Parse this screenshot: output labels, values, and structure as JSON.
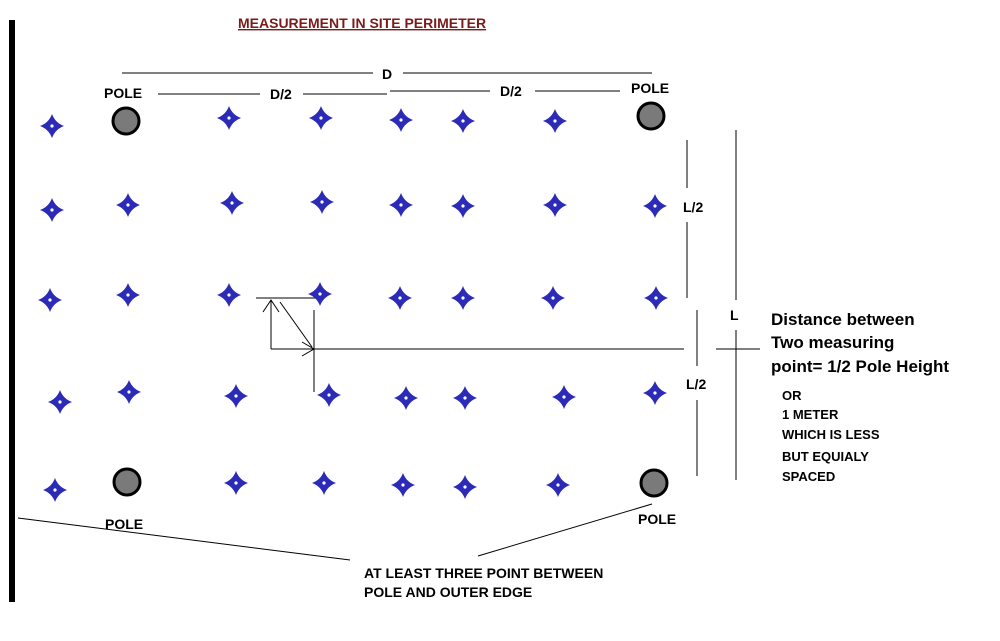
{
  "title": "MEASUREMENT IN SITE PERIMETER",
  "labels": {
    "d_total": "D",
    "d_half_left": "D/2",
    "d_half_right": "D/2",
    "l_half_top": "L/2",
    "l_half_bottom": "L/2",
    "l_total": "L",
    "pole_top_left": "POLE",
    "pole_top_right": "POLE",
    "pole_bottom_left": "POLE",
    "pole_bottom_right": "POLE"
  },
  "distance_note": {
    "line1": "Distance between",
    "line2": "Two measuring",
    "line3": "point=  1/2 Pole Height"
  },
  "alt_note": {
    "line1": "OR",
    "line2": "1 METER",
    "line3": "WHICH IS LESS",
    "line4": "BUT EQUIALY",
    "line5": "SPACED"
  },
  "bottom_note": {
    "line1": "AT LEAST THREE POINT BETWEEN",
    "line2": "POLE AND OUTER EDGE"
  },
  "colors": {
    "title": "#7a1a1a",
    "measuring_point": "#2b2bb8",
    "pole_fill": "#7a7a7a",
    "pole_stroke": "#000000",
    "edge": "#000000"
  },
  "icons": {
    "measuring_point": "four-point-star-icon",
    "pole": "pole-circle-icon"
  }
}
